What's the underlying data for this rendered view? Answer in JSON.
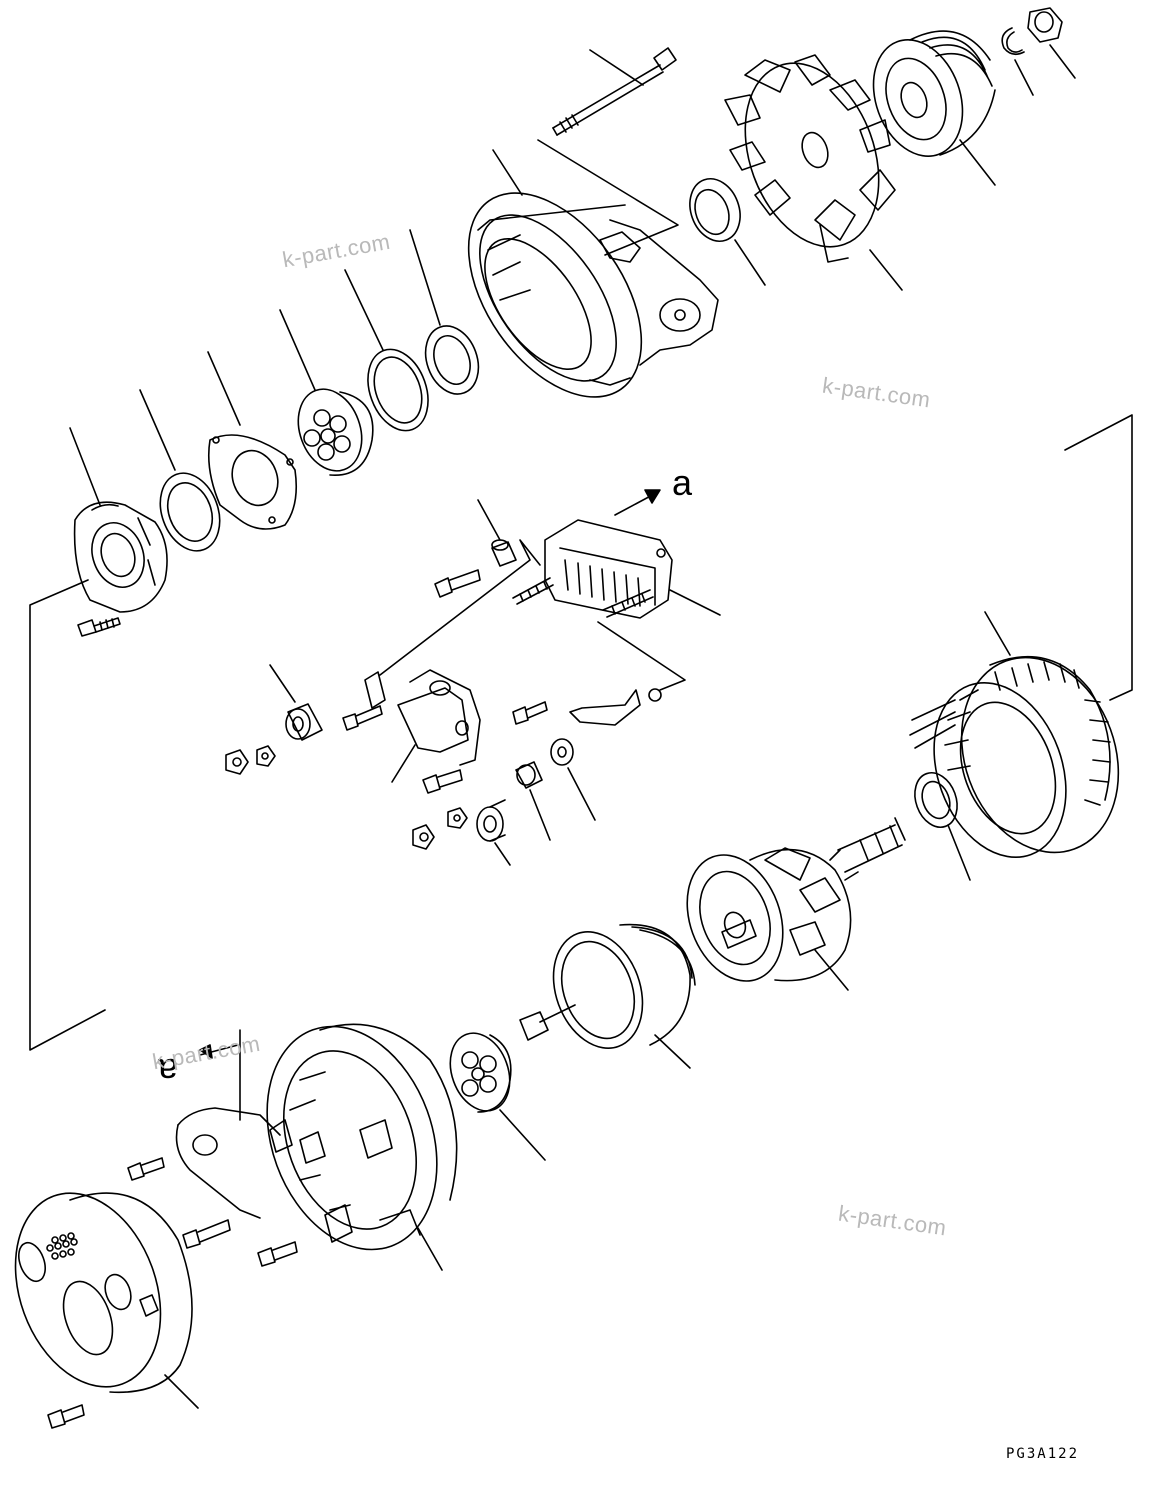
{
  "drawing": {
    "code": "PG3A122",
    "view_marker_top": "a",
    "view_marker_bottom": "a"
  },
  "watermarks": [
    "k-part.com",
    "k-part.com",
    "k-part.com",
    "k-part.com"
  ]
}
